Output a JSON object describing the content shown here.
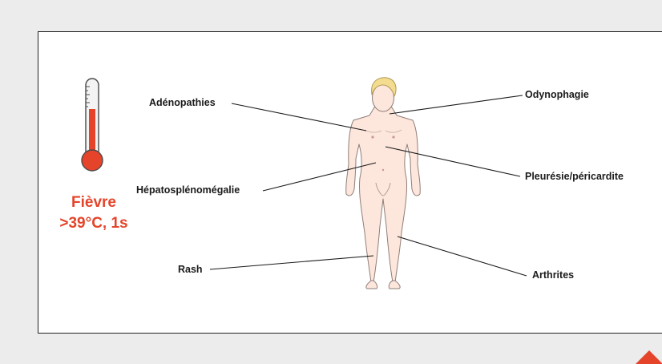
{
  "fever": {
    "line1": "Fièvre",
    "line2": ">39°C, 1s"
  },
  "labels": {
    "adenopathies": "Adénopathies",
    "hepatosplenomegalie": "Hépatosplénomégalie",
    "rash": "Rash",
    "odynophagie": "Odynophagie",
    "pleuresie": "Pleurésie/péricardite",
    "arthrites": "Arthrites"
  },
  "colors": {
    "accent": "#e5442a",
    "skin": "#fde6dc",
    "hair": "#f3dc8f",
    "outline": "#8f7e78",
    "frame": "#222222",
    "background": "#ececec"
  }
}
